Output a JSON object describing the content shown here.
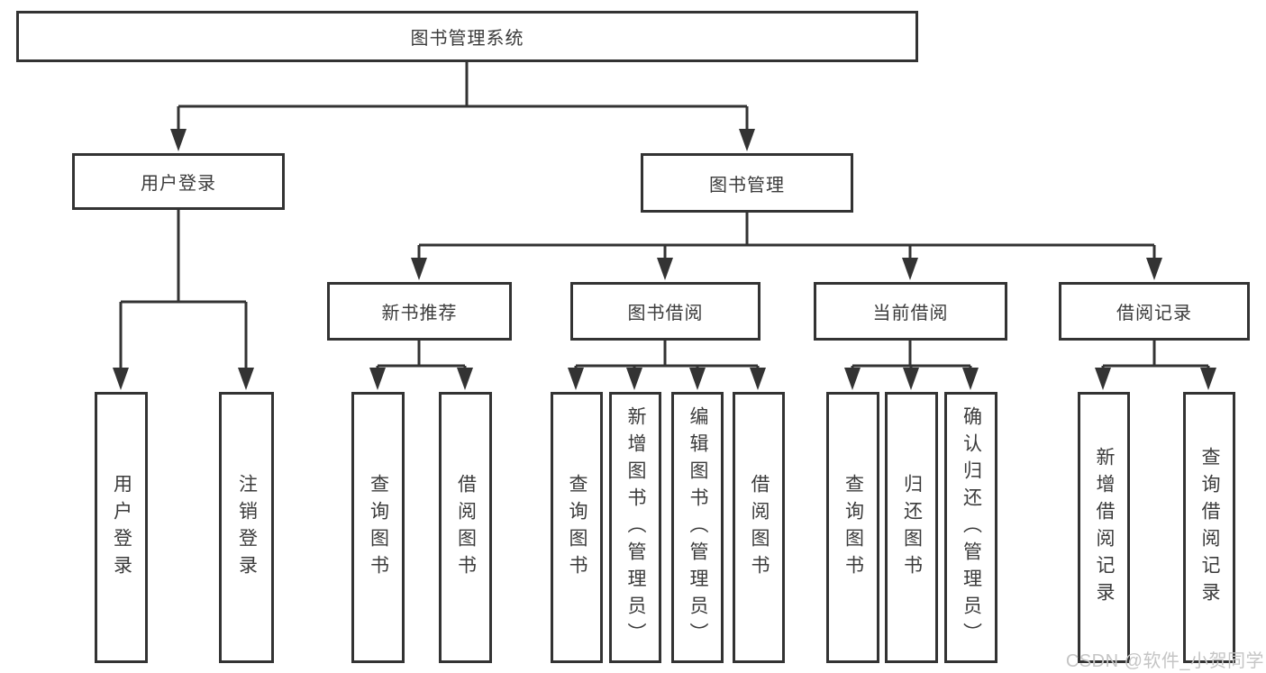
{
  "colors": {
    "line": "#333333",
    "text": "#3b3b3b",
    "background": "#ffffff",
    "watermark": "#c5c5c5"
  },
  "tree": {
    "root": {
      "label": "图书管理系统"
    },
    "branches": [
      {
        "label": "用户登录",
        "children": [
          {
            "label": "用户登录"
          },
          {
            "label": "注销登录"
          }
        ]
      },
      {
        "label": "图书管理",
        "children": [
          {
            "label": "新书推荐",
            "children": [
              {
                "label": "查询图书"
              },
              {
                "label": "借阅图书"
              }
            ]
          },
          {
            "label": "图书借阅",
            "children": [
              {
                "label": "查询图书"
              },
              {
                "label": "新增图书（管理员）"
              },
              {
                "label": "编辑图书（管理员）"
              },
              {
                "label": "借阅图书"
              }
            ]
          },
          {
            "label": "当前借阅",
            "children": [
              {
                "label": "查询图书"
              },
              {
                "label": "归还图书"
              },
              {
                "label": "确认归还（管理员）"
              }
            ]
          },
          {
            "label": "借阅记录",
            "children": [
              {
                "label": "新增借阅记录"
              },
              {
                "label": "查询借阅记录"
              }
            ]
          }
        ]
      }
    ]
  },
  "watermark": {
    "text": "CSDN @软件_小贺同学"
  }
}
